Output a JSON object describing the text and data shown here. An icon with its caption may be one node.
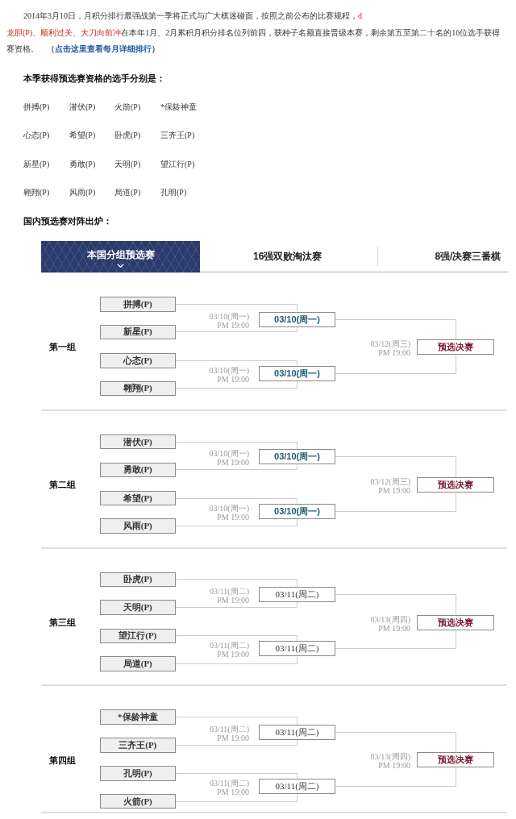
{
  "diagram": {
    "nodes": [
      {
        "text": [
          "拼搏(P)"
        ]
      },
      {
        "text": [
          "新星(P)"
        ]
      },
      {
        "text": [
          "心态(P)"
        ]
      },
      {
        "text": [
          "翱翔(P)"
        ]
      },
      {
        "text": [
          "03/10(周一)"
        ],
        "beside": [
          "03/10(周一)",
          "PM 19:00"
        ]
      },
      {
        "text": [
          "03/10(周一)"
        ],
        "beside": [
          "03/10(周一)",
          "PM 19:00"
        ]
      },
      {
        "text": [
          "预选决赛"
        ],
        "beside": [
          "03/12(周三)",
          "PM 19:00"
        ]
      },
      {
        "text": [
          "潜伏(P)"
        ]
      },
      {
        "text": [
          "勇敢(P)"
        ]
      },
      {
        "text": [
          "希望(P)"
        ]
      },
      {
        "text": [
          "风雨(P)"
        ]
      },
      {
        "text": [
          "03/10(周一)"
        ],
        "beside": [
          "03/10(周一)",
          "PM 19:00"
        ]
      },
      {
        "text": [
          "03/10(周一)"
        ],
        "beside": [
          "03/10(周一)",
          "PM 19:00"
        ]
      },
      {
        "text": [
          "预选决赛"
        ],
        "beside": [
          "03/12(周三)",
          "PM 19:00"
        ]
      },
      {
        "text": [
          "卧虎(P)"
        ]
      },
      {
        "text": [
          "天明(P)"
        ]
      },
      {
        "text": [
          "望江行(P)"
        ]
      },
      {
        "text": [
          "局道(P)"
        ]
      },
      {
        "text": [
          "03/11(周二)"
        ],
        "beside": [
          "03/11(周二)",
          "PM 19:00"
        ]
      },
      {
        "text": [
          "03/11(周二)"
        ],
        "beside": [
          "03/11(周二)",
          "PM 19:00"
        ]
      },
      {
        "text": [
          "预选决赛"
        ],
        "beside": [
          "03/13(周四)",
          "PM 19:00"
        ]
      },
      {
        "text": [
          "*保龄神童"
        ]
      },
      {
        "text": [
          "三齐王(P)"
        ]
      },
      {
        "text": [
          "孔明(P)"
        ]
      },
      {
        "text": [
          "火箭(P)"
        ]
      },
      {
        "text": [
          "03/11(周二)"
        ],
        "beside": [
          "03/11(周二)",
          "PM 19:00"
        ]
      },
      {
        "text": [
          "03/11(周二)"
        ],
        "beside": [
          "03/11(周二)",
          "PM 19:00"
        ]
      },
      {
        "text": [
          "预选决赛"
        ],
        "beside": [
          "03/13(周四)",
          "PM 19:00"
        ]
      }
    ],
    "edges": [
      {
        "from": 0,
        "to": 4,
        "arrow": "none"
      },
      {
        "from": 1,
        "to": 4,
        "arrow": "none"
      },
      {
        "from": 2,
        "to": 5,
        "arrow": "none"
      },
      {
        "from": 3,
        "to": 5,
        "arrow": "none"
      },
      {
        "from": 4,
        "to": 6,
        "arrow": "none"
      },
      {
        "from": 5,
        "to": 6,
        "arrow": "none"
      },
      {
        "from": 7,
        "to": 11,
        "arrow": "none"
      },
      {
        "from": 8,
        "to": 11,
        "arrow": "none"
      },
      {
        "from": 9,
        "to": 12,
        "arrow": "none"
      },
      {
        "from": 10,
        "to": 12,
        "arrow": "none"
      },
      {
        "from": 11,
        "to": 13,
        "arrow": "none"
      },
      {
        "from": 12,
        "to": 13,
        "arrow": "none"
      },
      {
        "from": 14,
        "to": 18,
        "arrow": "none"
      },
      {
        "from": 15,
        "to": 18,
        "arrow": "none"
      },
      {
        "from": 16,
        "to": 19,
        "arrow": "none"
      },
      {
        "from": 17,
        "to": 19,
        "arrow": "none"
      },
      {
        "from": 18,
        "to": 20,
        "arrow": "none"
      },
      {
        "from": 19,
        "to": 20,
        "arrow": "none"
      },
      {
        "from": 21,
        "to": 25,
        "arrow": "none"
      },
      {
        "from": 22,
        "to": 25,
        "arrow": "none"
      },
      {
        "from": 23,
        "to": 26,
        "arrow": "none"
      },
      {
        "from": 24,
        "to": 26,
        "arrow": "none"
      },
      {
        "from": 25,
        "to": 27,
        "arrow": "none"
      },
      {
        "from": 26,
        "to": 27,
        "arrow": "none"
      }
    ],
    "labels": [
      "2014年3月10日，月积分排行最强战第一季将正式与广大棋迷碰面，按照之前公布的比赛规程，",
      "d",
      "龙胆(P)、顺利过关、大刀向前冲",
      "在本年1月、2月累积月积分排名位列前四，获种子名额直接晋级本赛，剩余第五至第二十名的16位选手获得",
      "赛资格。",
      "（点击这里查看每月详细排行）",
      "本季获得预选赛资格的选手分别是：",
      "拼搏(P)",
      "潜伏(P)",
      "火箭(P)",
      "*保龄神童",
      "心态(P)",
      "希望(P)",
      "卧虎(P)",
      "三齐王(P)",
      "新星(P)",
      "勇敢(P)",
      "天明(P)",
      "望江行(P)",
      "翱翔(P)",
      "风雨(P)",
      "局道(P)",
      "孔明(P)",
      "国内预选赛对阵出炉：",
      "本国分组预选赛",
      "16强双败淘汰赛",
      "8强/决赛三番棋",
      "第一组",
      "第二组",
      "第三组",
      "第四组"
    ]
  }
}
